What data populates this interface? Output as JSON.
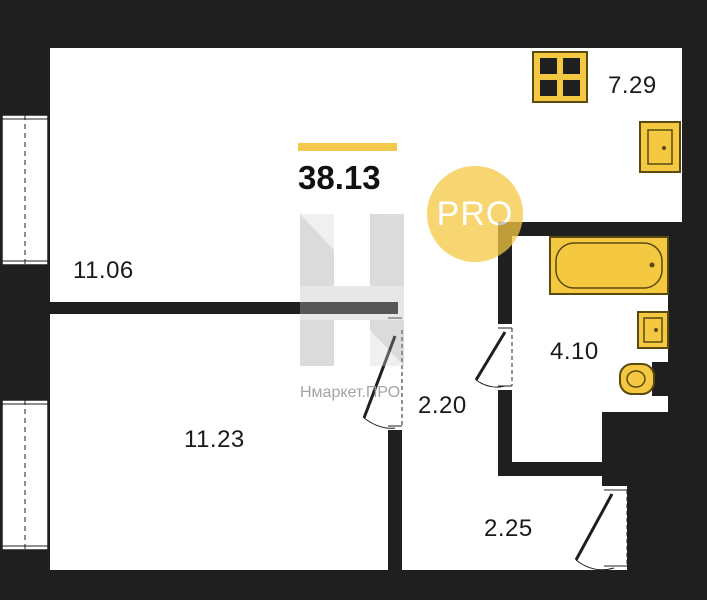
{
  "plan": {
    "total_area": "38.13",
    "rooms": [
      {
        "id": "living-room",
        "area": "11.06"
      },
      {
        "id": "kitchen",
        "area": "7.29"
      },
      {
        "id": "bedroom",
        "area": "11.23"
      },
      {
        "id": "bathroom",
        "area": "4.10"
      },
      {
        "id": "hallway",
        "area": "2.20"
      },
      {
        "id": "entry",
        "area": "2.25"
      }
    ],
    "badge": "PRO",
    "watermark_text": "Нмаркет.ПРО"
  },
  "colors": {
    "wall": "#1f1f1f",
    "fixture_fill": "#f5c842",
    "fixture_stroke": "#5a4a10",
    "accent": "#f2c94c",
    "floor": "#ffffff"
  },
  "icons": [
    "stove-icon",
    "sink-icon",
    "bathtub-icon",
    "toilet-icon",
    "door-swing-icon",
    "window-icon",
    "watermark-logo"
  ]
}
